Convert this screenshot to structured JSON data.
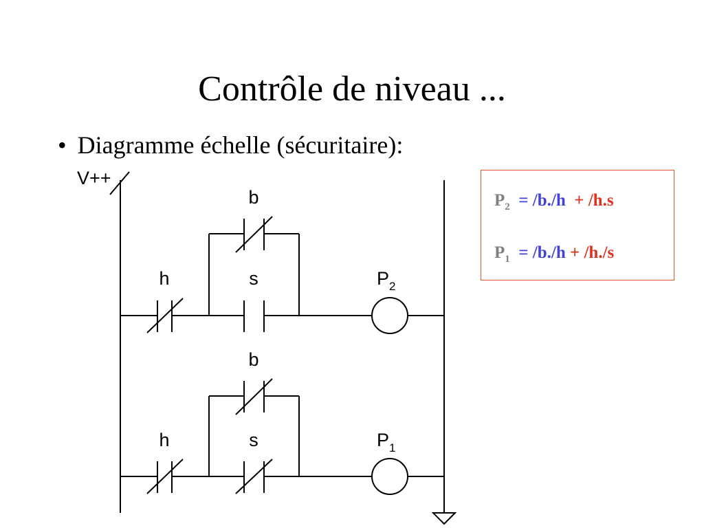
{
  "slide": {
    "title": "Contrôle de niveau ...",
    "bullet_symbol": "•",
    "bullet_text": "Diagramme échelle (sécuritaire):"
  },
  "diagram": {
    "supply_label": "V++",
    "rung2": {
      "contact_h": "h",
      "contact_s": "s",
      "contact_b": "b",
      "coil_letter": "P",
      "coil_sub": "2"
    },
    "rung1": {
      "contact_h": "h",
      "contact_s": "s",
      "contact_b": "b",
      "coil_letter": "P",
      "coil_sub": "1"
    }
  },
  "equations": {
    "eq2": {
      "p": "P",
      "sub": "2",
      "term1": "= /b./h",
      "term2": "+ /h.s"
    },
    "eq1": {
      "p": "P",
      "sub": "1",
      "term1": "= /b./h",
      "term2": "+ /h./s"
    }
  },
  "colors": {
    "p_gray": "#808080",
    "term_blue": "#4040e0",
    "term_red": "#e0301e",
    "box_border": "#d9542b"
  }
}
